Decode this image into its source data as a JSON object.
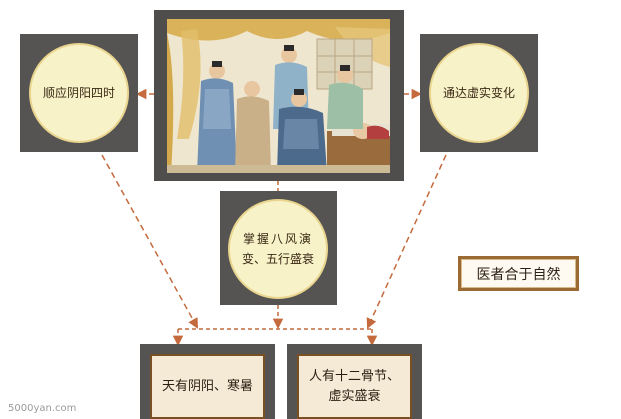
{
  "circles": {
    "left": "顺应阴阳四时",
    "right": "通达虚实变化",
    "center_line1": "掌握八风演",
    "center_line2": "变、五行盛衰"
  },
  "bottom_panels": {
    "left": "天有阴阳、寒暑",
    "right_line1": "人有十二骨节、",
    "right_line2": "虚实盛衰"
  },
  "title": "医者合于自然",
  "watermark": "5000yan.com",
  "colors": {
    "frame": "#555452",
    "circle_fill": "#f8f2c8",
    "arrow": "#c46a3d",
    "panel_border": "#7a4f22"
  }
}
